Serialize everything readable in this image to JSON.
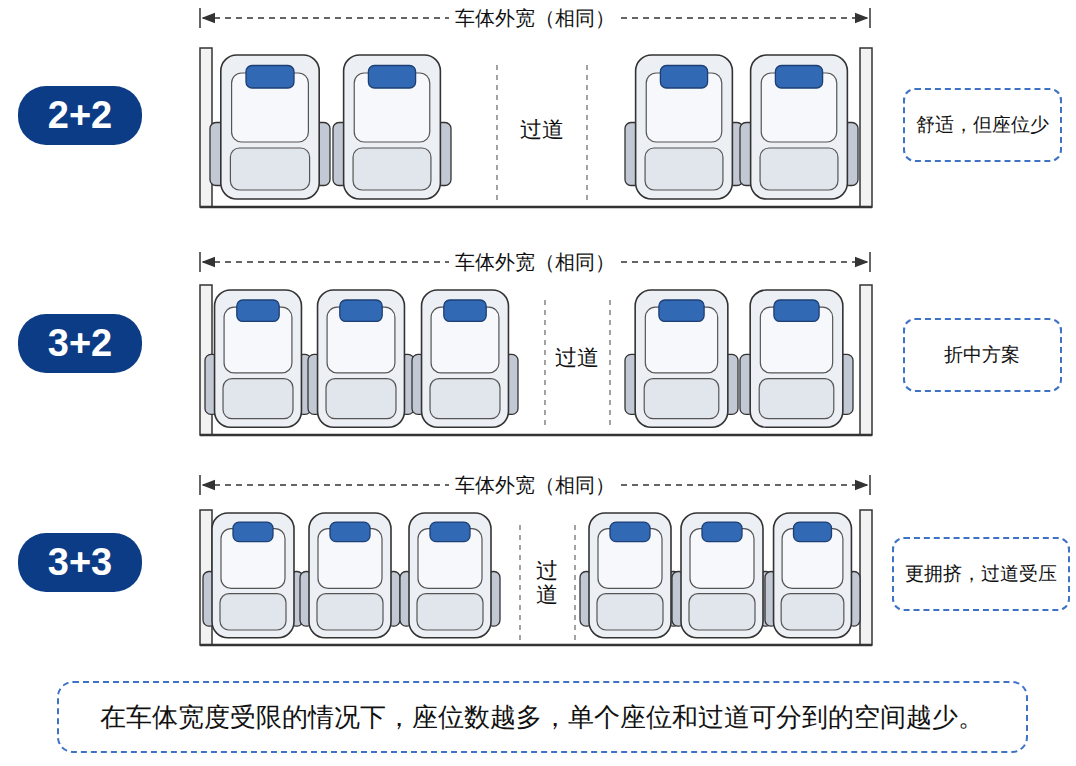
{
  "diagram": {
    "nodes": [
      {
        "text": [
          "2+2"
        ]
      },
      {
        "text": [
          "舒适，但座位少"
        ]
      },
      {
        "text": [
          "3+2"
        ]
      },
      {
        "text": [
          "折中方案"
        ]
      },
      {
        "text": [
          "3+3"
        ]
      },
      {
        "text": [
          "更拥挤，过道受压"
        ]
      },
      {
        "text": [
          "在车体宽度受限的情况下，座位数越多，单个座位和过道可分到的空间越少。"
        ]
      }
    ],
    "labels": [
      "车体外宽（相同）",
      "过道",
      "车体外宽（相同）",
      "过道",
      "车体外宽（相同）",
      "过道"
    ]
  }
}
